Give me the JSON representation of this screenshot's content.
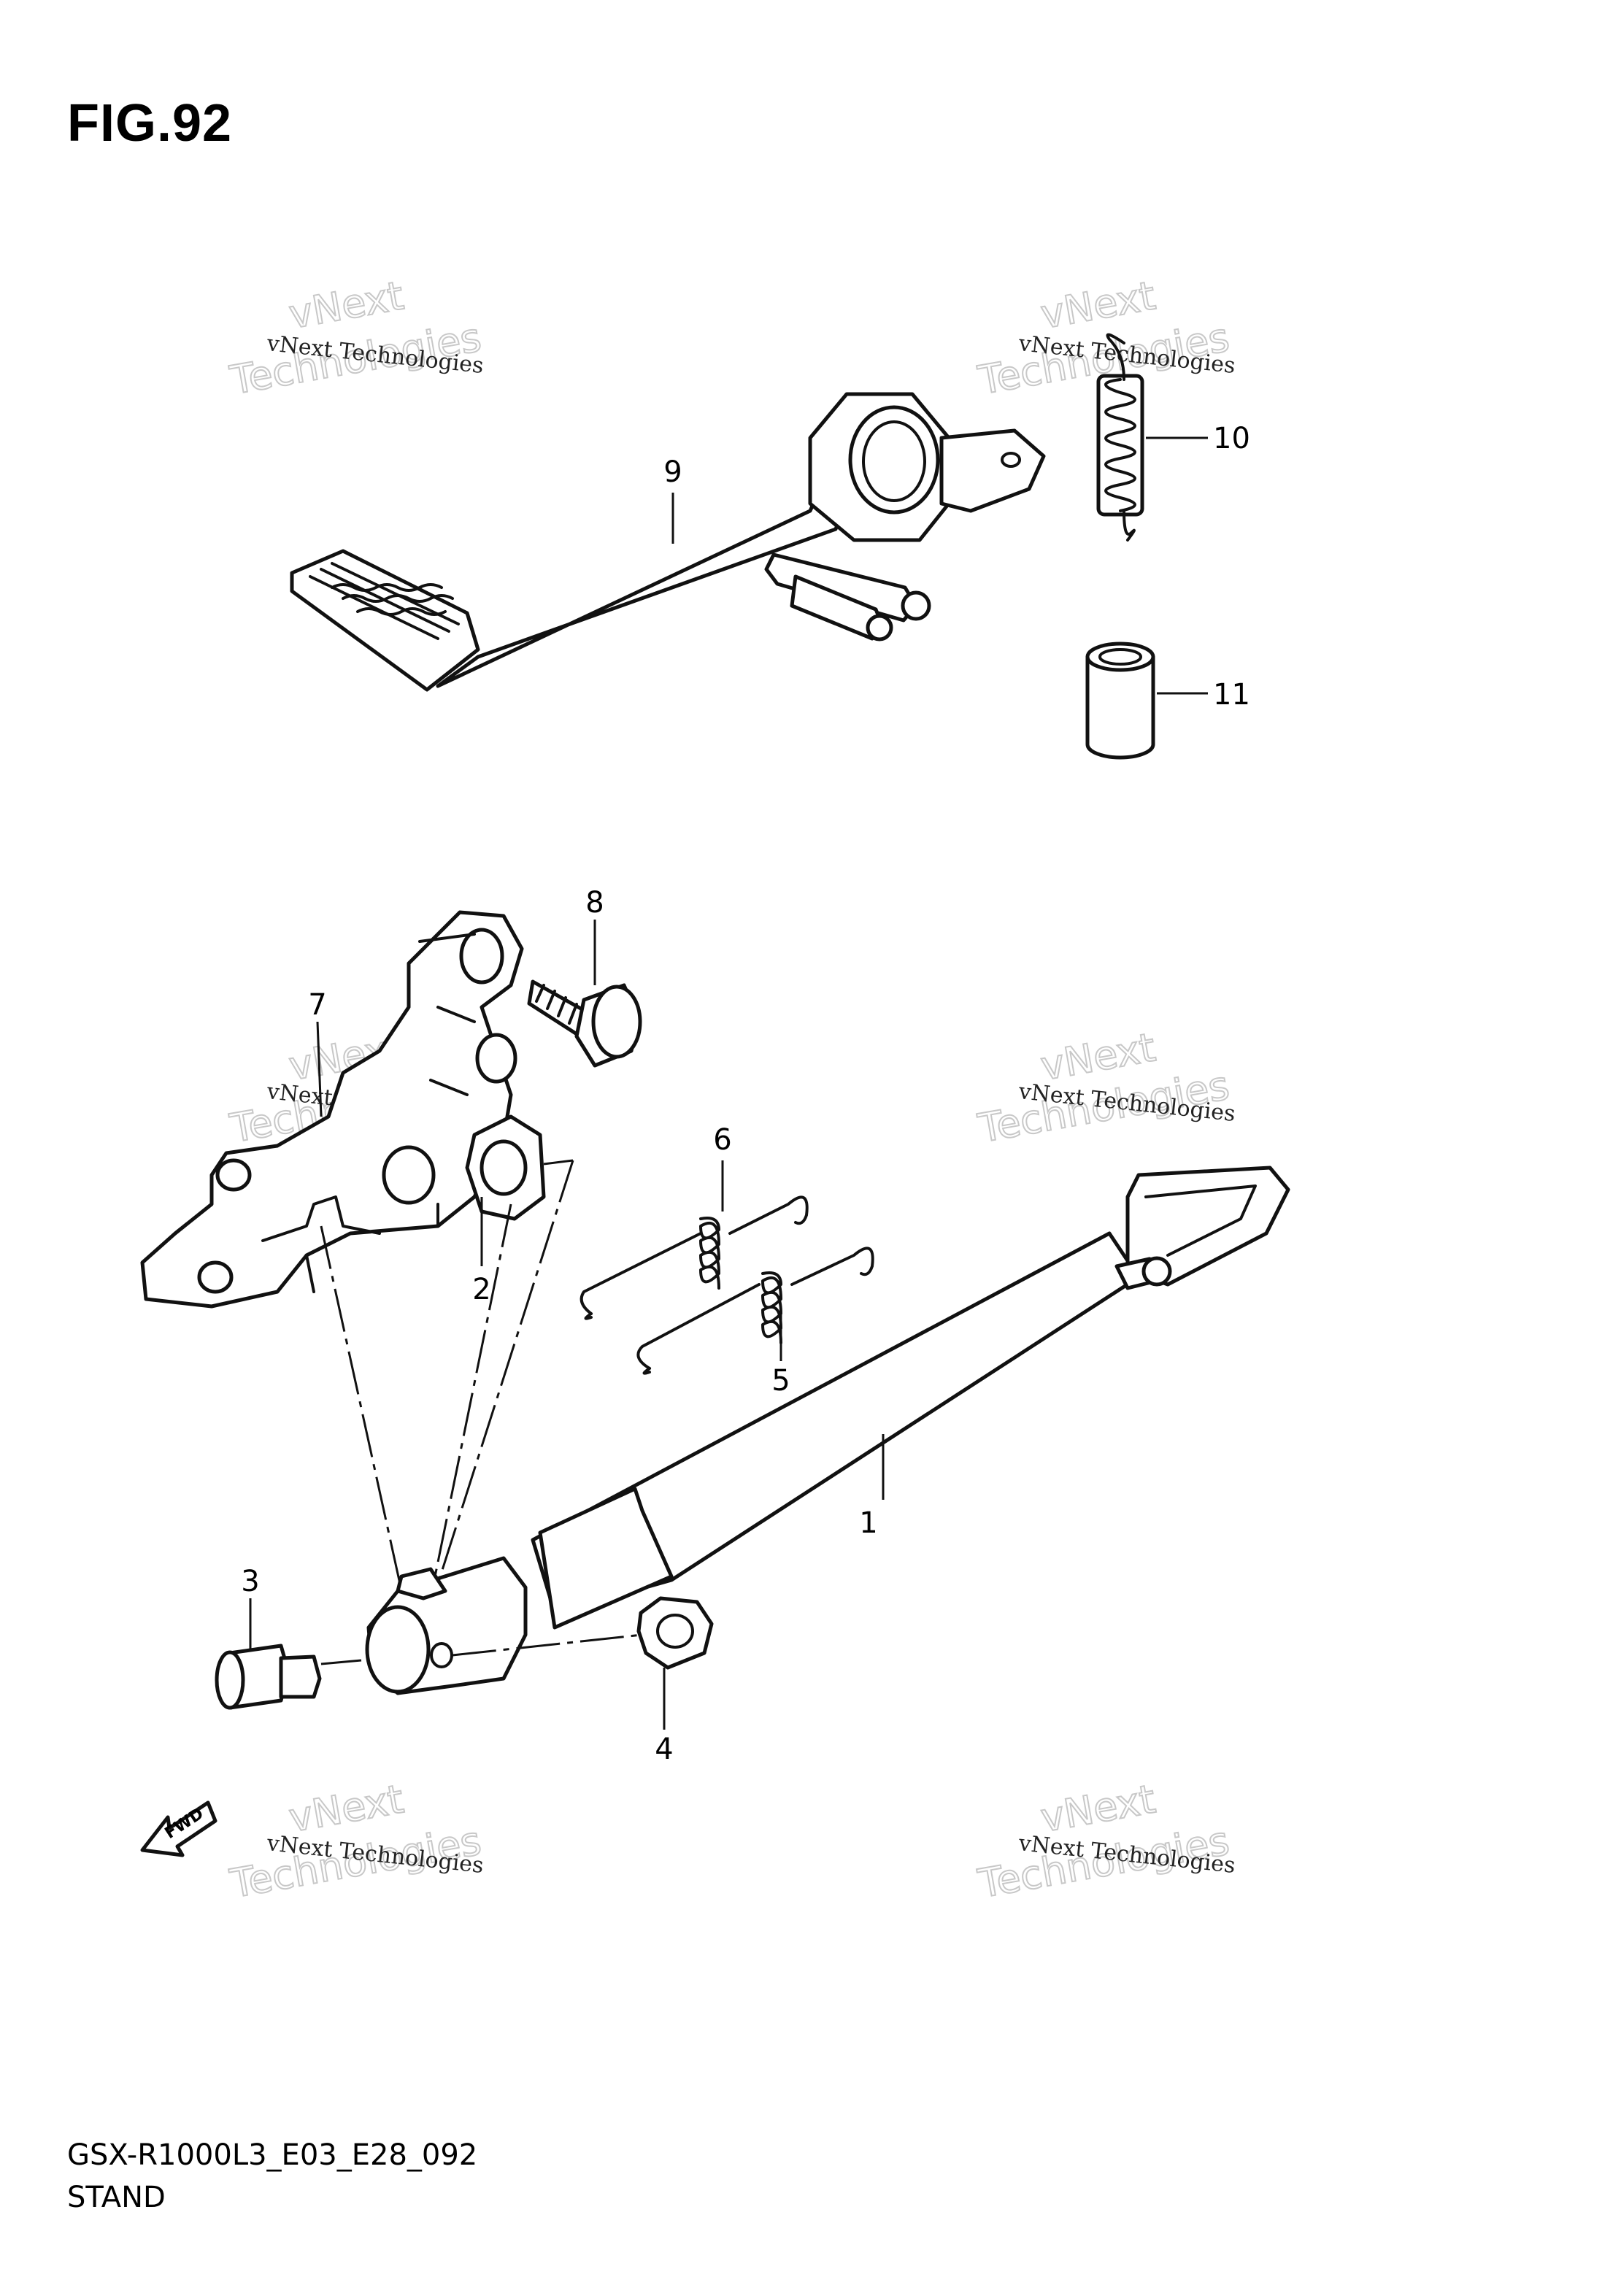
{
  "figure": {
    "title": "FIG.92",
    "model_code": "GSX-R1000L3_E03_E28_092",
    "section_name": "STAND"
  },
  "callouts": [
    {
      "ref": "1"
    },
    {
      "ref": "2"
    },
    {
      "ref": "3"
    },
    {
      "ref": "4"
    },
    {
      "ref": "5"
    },
    {
      "ref": "6"
    },
    {
      "ref": "7"
    },
    {
      "ref": "8"
    },
    {
      "ref": "9"
    },
    {
      "ref": "10"
    },
    {
      "ref": "11"
    }
  ],
  "watermark": {
    "line_small": "vNext Technologies",
    "line_big_1": "vNext",
    "line_big_2": "Technologies"
  },
  "direction_arrow": {
    "label": "FWD"
  }
}
